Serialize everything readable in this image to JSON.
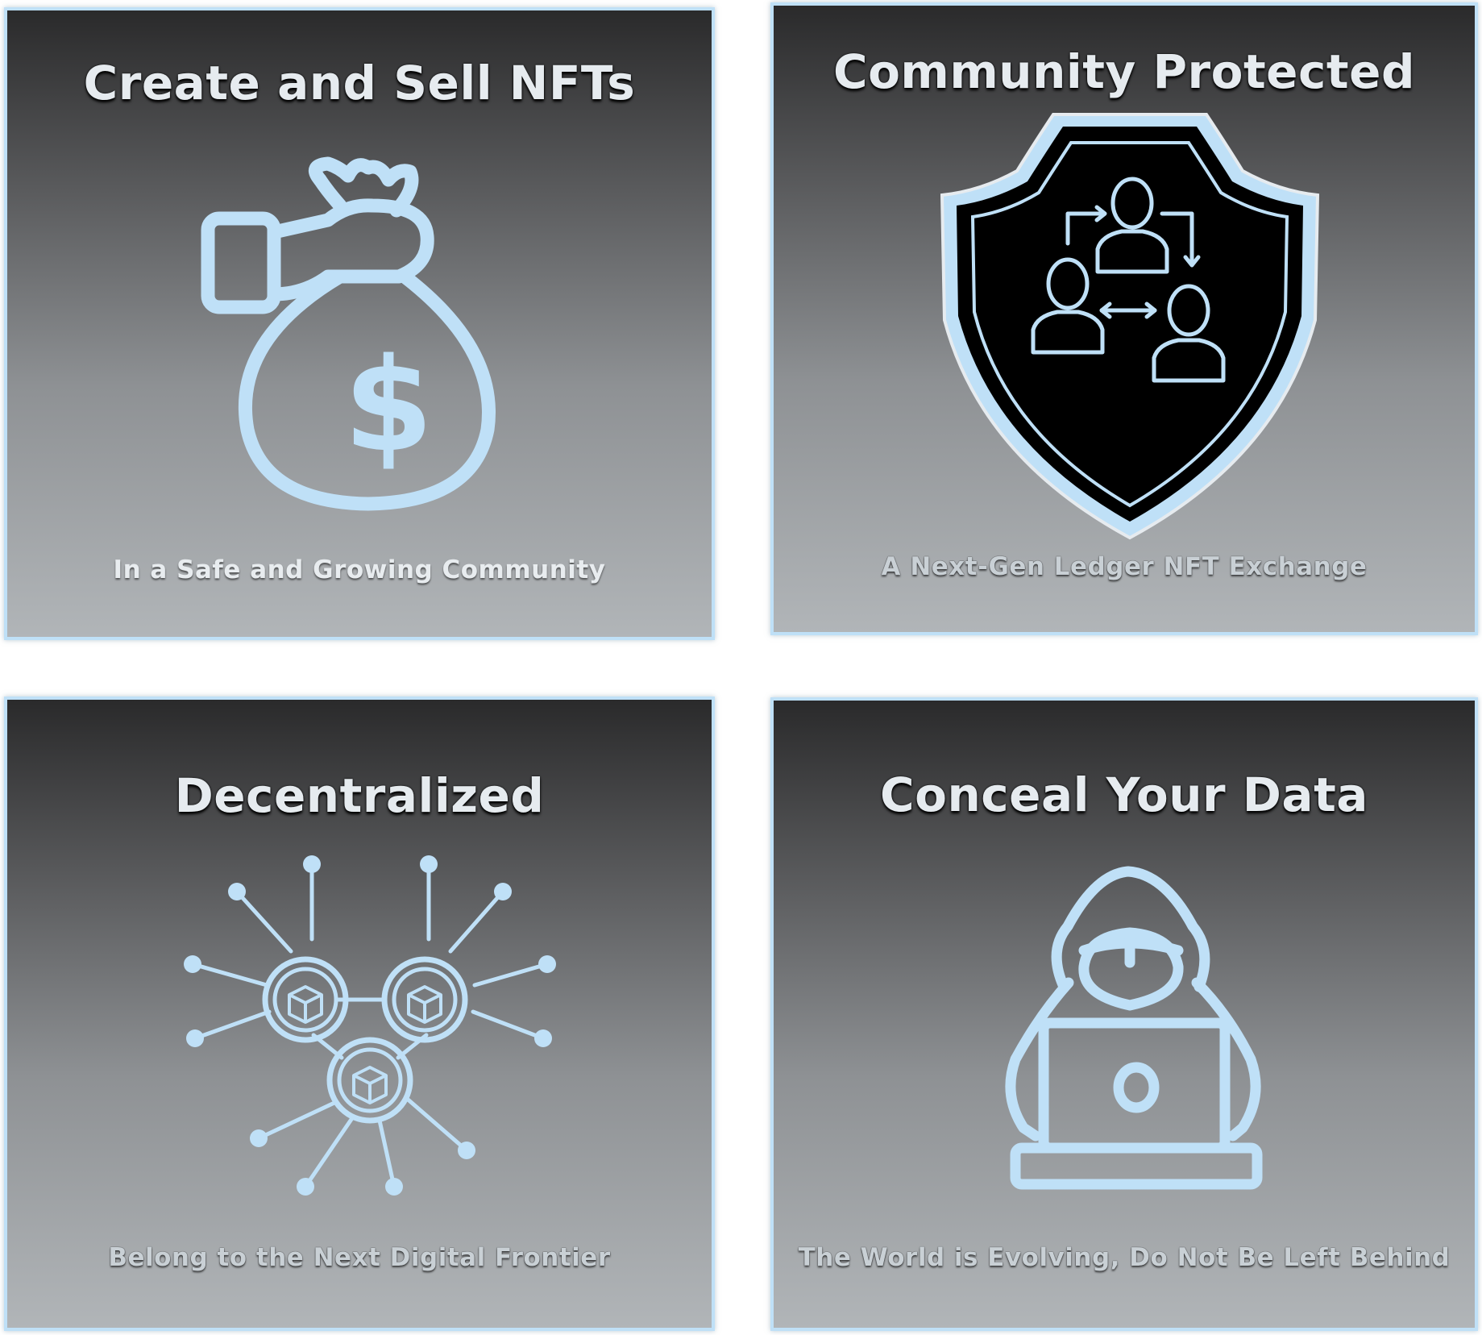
{
  "cards": [
    {
      "title": "Create and Sell  NFTs",
      "subtitle": "In a Safe and Growing Community",
      "icon": "money-bag-hand-icon"
    },
    {
      "title": "Community Protected",
      "subtitle": "A Next-Gen Ledger NFT Exchange",
      "icon": "shield-community-icon"
    },
    {
      "title": "Decentralized",
      "subtitle": "Belong to the Next Digital Frontier",
      "icon": "blockchain-network-icon"
    },
    {
      "title": "Conceal Your Data",
      "subtitle": "The World is Evolving, Do Not Be Left Behind",
      "icon": "hacker-laptop-icon"
    }
  ],
  "colors": {
    "accent": "#bfe0f7",
    "card_top": "#2a2a2b",
    "card_bottom": "#b1b5b8",
    "title_text": "#e6ebef"
  }
}
